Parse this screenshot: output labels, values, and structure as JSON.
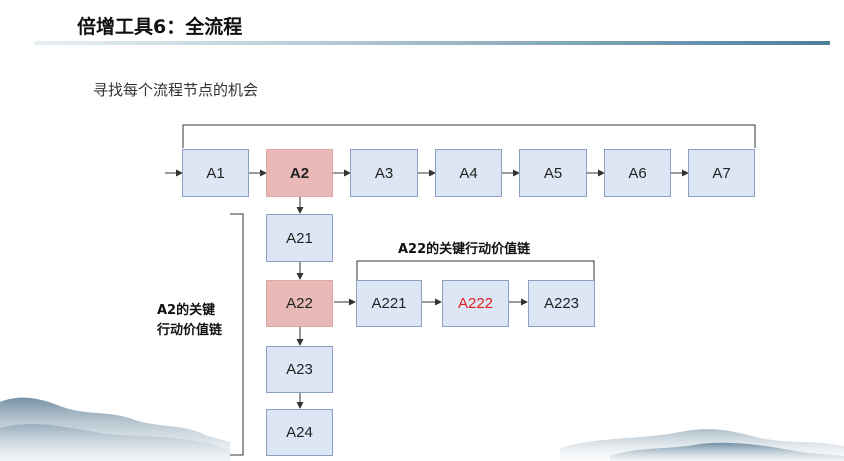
{
  "header": {
    "title": "倍增工具6：全流程",
    "subtitle": "寻找每个流程节点的机会"
  },
  "main_process": [
    "A1",
    "A2",
    "A3",
    "A4",
    "A5",
    "A6",
    "A7"
  ],
  "sub_process": [
    "A21",
    "A22",
    "A23",
    "A24"
  ],
  "chain_process": [
    "A221",
    "A222",
    "A223"
  ],
  "labels": {
    "side_line1": "A2的关键",
    "side_line2": "行动价值链",
    "chain_label": "A22的关键行动价值链"
  },
  "colors": {
    "box_fill": "#dce6f4",
    "box_border": "#8d9fc0",
    "highlight_fill": "#e8b9b6",
    "highlight_text": "#e51d1d",
    "rule_accent": "#4b7f9b"
  }
}
